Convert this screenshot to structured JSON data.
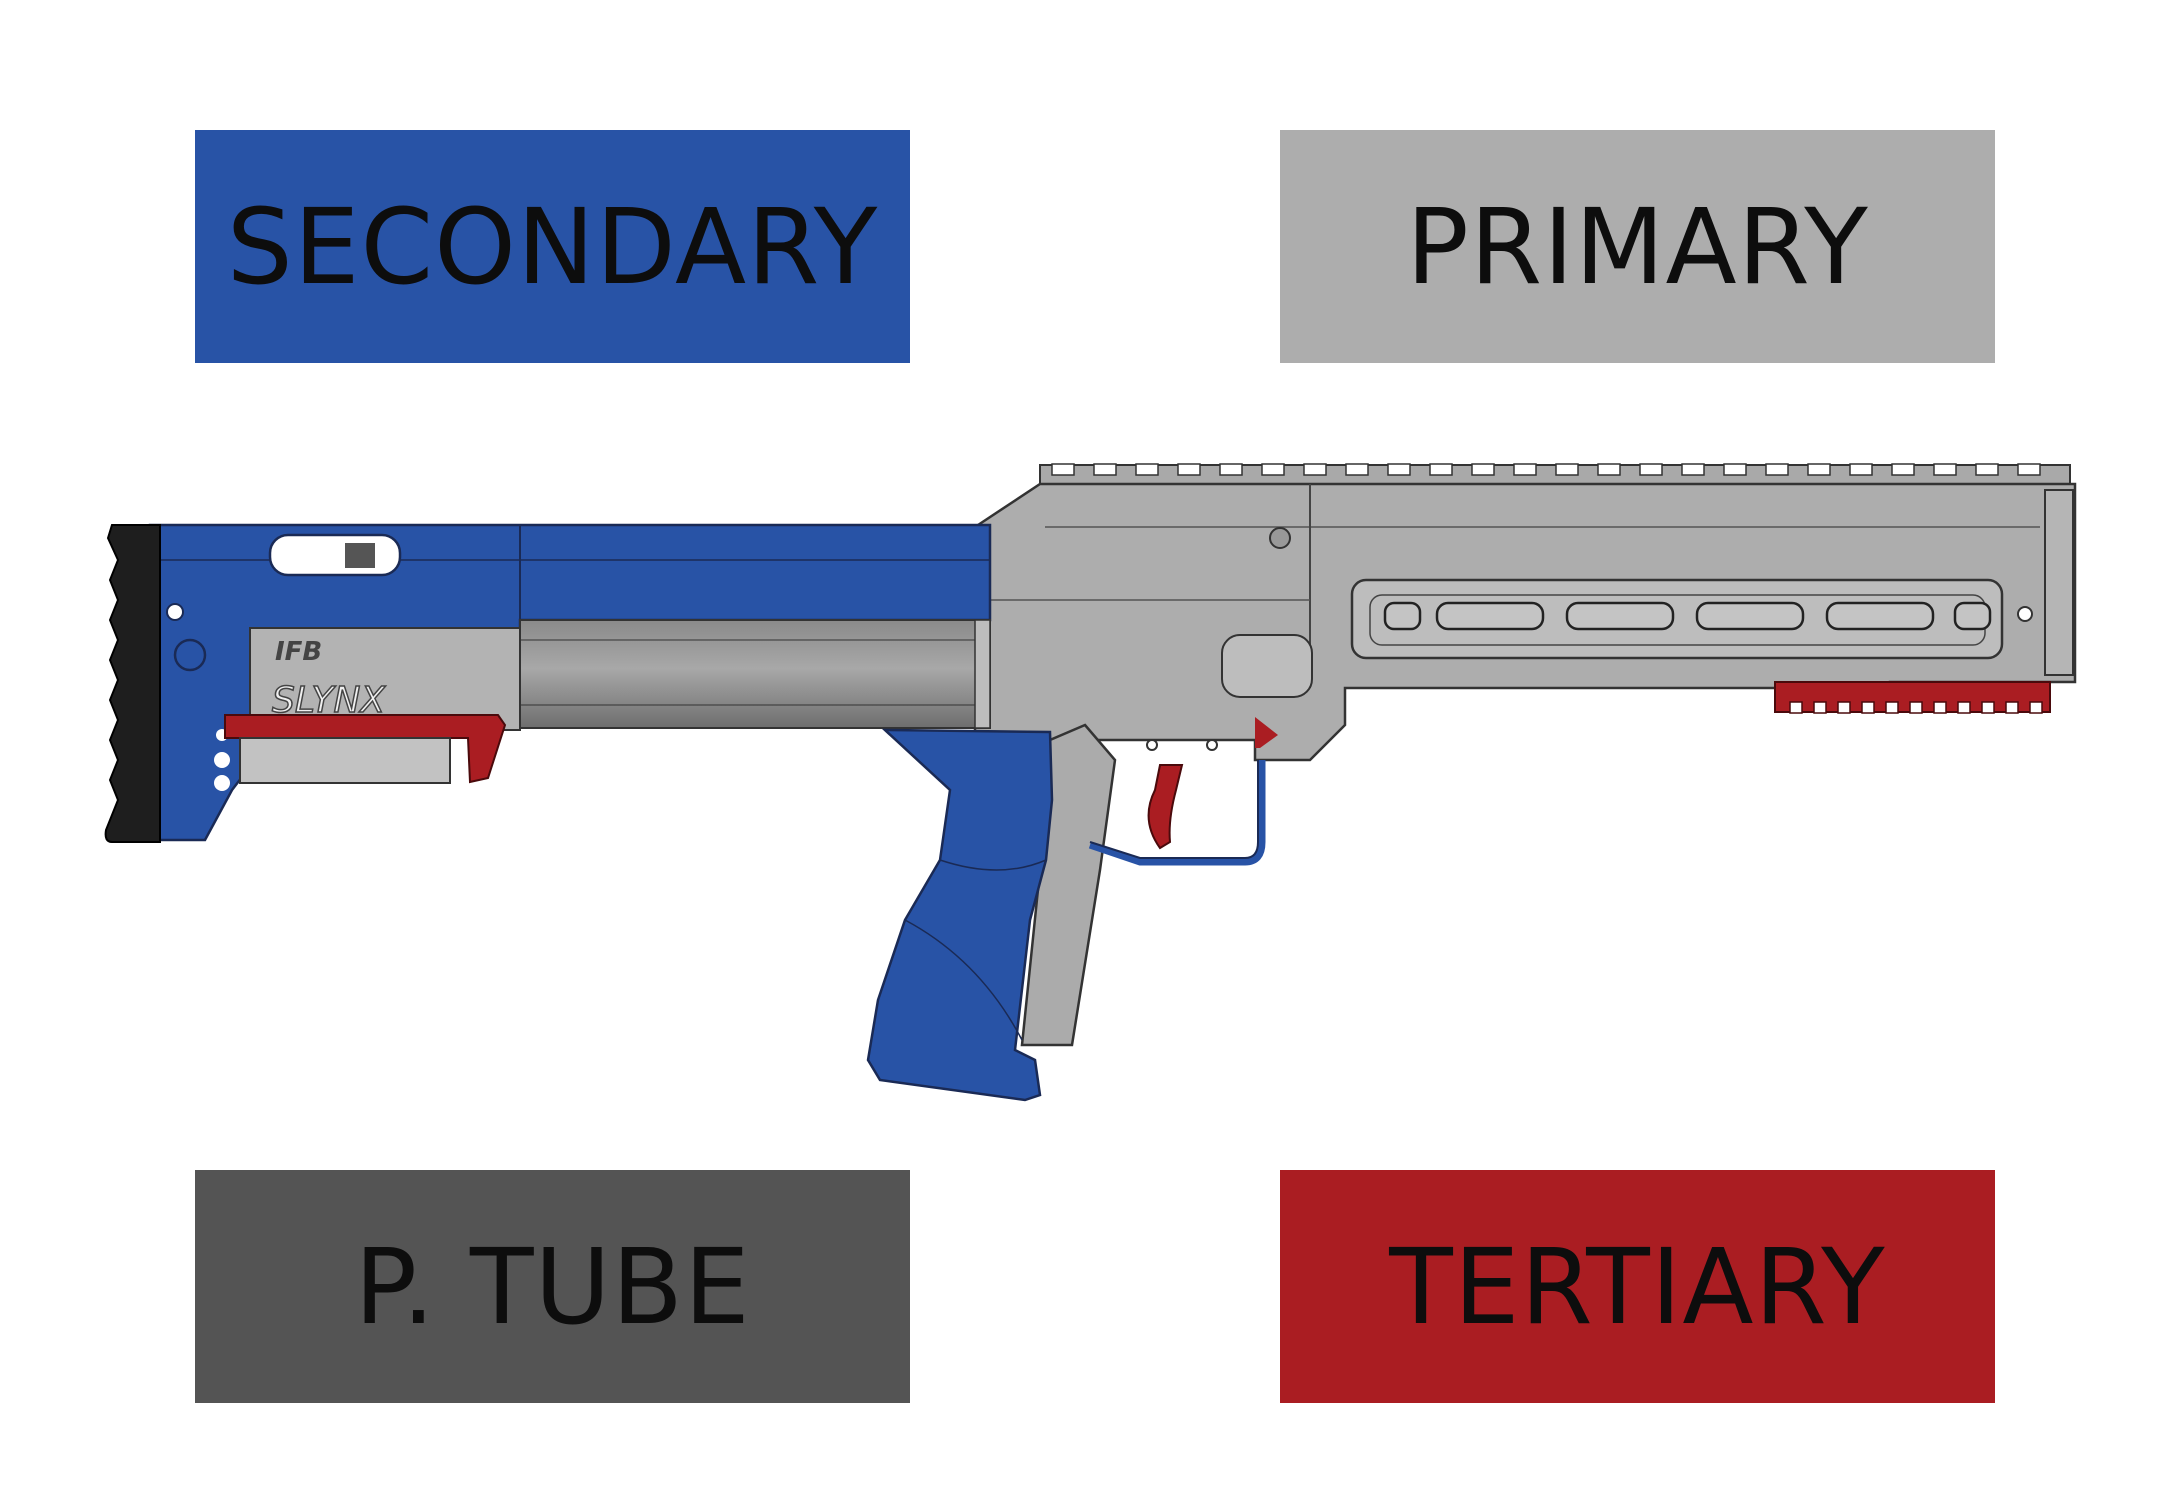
{
  "legend": [
    {
      "key": "secondary",
      "label": "SECONDARY",
      "color": "#2853a6"
    },
    {
      "key": "primary",
      "label": "PRIMARY",
      "color": "#adadad"
    },
    {
      "key": "ptube",
      "label": "P. TUBE",
      "color": "#545454"
    },
    {
      "key": "tertiary",
      "label": "TERTIARY",
      "color": "#aa1d22"
    }
  ],
  "model": {
    "brand_mark": "IFB",
    "name_mark": "SLYNX"
  }
}
